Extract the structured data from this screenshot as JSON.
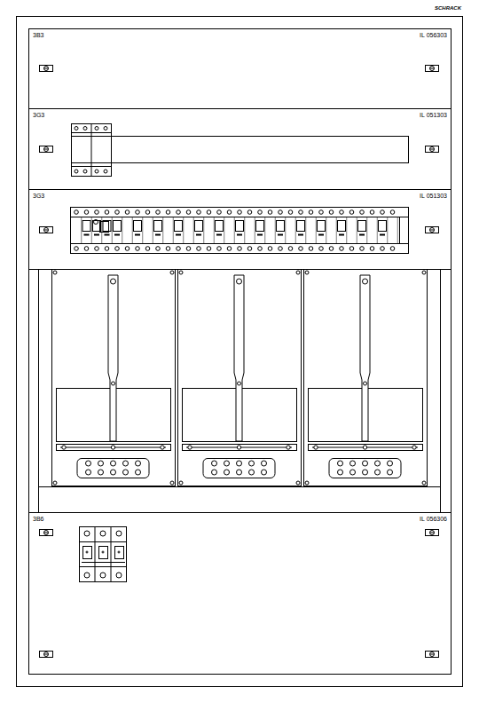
{
  "diagram": {
    "nodes": [
      {
        "text": [
          "3B3",
          "IL 056303"
        ]
      },
      {
        "text": [
          "3G3",
          "IL 051303"
        ]
      },
      {
        "text": [
          "3G3",
          "IL 051303"
        ]
      },
      {
        "text": [
          "3B6",
          "IL 056306"
        ]
      }
    ],
    "labels": [
      "SCHRACK"
    ]
  }
}
